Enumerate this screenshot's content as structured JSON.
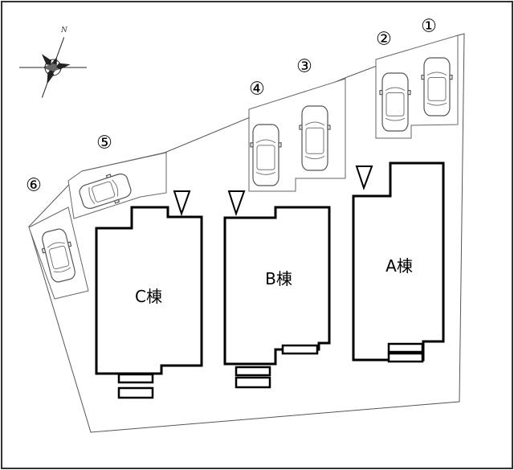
{
  "compass": {
    "north_label": "N",
    "icon": "compass-rose-icon"
  },
  "parking_spaces": [
    {
      "id": "space-1",
      "number": "①",
      "vehicles": 1
    },
    {
      "id": "space-2",
      "number": "②",
      "vehicles": 1
    },
    {
      "id": "space-3",
      "number": "③",
      "vehicles": 1
    },
    {
      "id": "space-4",
      "number": "④",
      "vehicles": 1
    },
    {
      "id": "space-5",
      "number": "⑤",
      "vehicles": 1
    },
    {
      "id": "space-6",
      "number": "⑥",
      "vehicles": 1
    }
  ],
  "buildings": [
    {
      "id": "building-a",
      "label": "A棟"
    },
    {
      "id": "building-b",
      "label": "B棟"
    },
    {
      "id": "building-c",
      "label": "C棟"
    }
  ],
  "entrance_icon": "triangle-down-icon"
}
